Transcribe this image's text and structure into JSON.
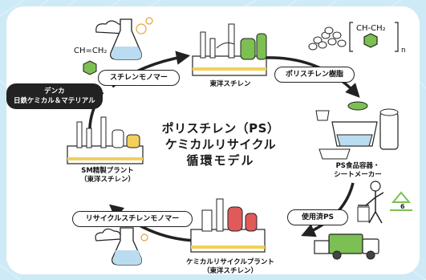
{
  "center_title": {
    "line1": "ポリスチレン（PS）",
    "line2": "ケミカルリサイクル",
    "line3": "循環モデル"
  },
  "flow_labels": {
    "styrene_monomer": "スチレンモノマー",
    "polystyrene_resin": "ポリスチレン樹脂",
    "used_ps": "使用済PS",
    "recycled_styrene_monomer": "リサイクルスチレンモノマー"
  },
  "supplier_badge": {
    "line1": "デンカ",
    "line2": "日鉄ケミカル＆マテリアル"
  },
  "nodes": {
    "toyo_styrene": "東洋スチレン",
    "ps_maker_line1": "PS食品容器・",
    "ps_maker_line2": "シートメーカー",
    "recycle_plant_line1": "ケミカルリサイクルプラント",
    "recycle_plant_line2": "（東洋スチレン）",
    "sm_plant_line1": "SM精製プラント",
    "sm_plant_line2": "（東洋スチレン）"
  },
  "chemistry": {
    "vinyl_group": "CH=CH₂",
    "polymer_unit": "CH-CH₂",
    "polymer_subscript": "n"
  },
  "recycle_mark_number": "6",
  "colors": {
    "background": "#cfeaf7",
    "card": "#ffffff",
    "ink": "#222222",
    "green": "#7cbf52",
    "red": "#e05a5a",
    "yellow": "#f4cf5a",
    "blue_liquid": "#b9dcf0"
  }
}
